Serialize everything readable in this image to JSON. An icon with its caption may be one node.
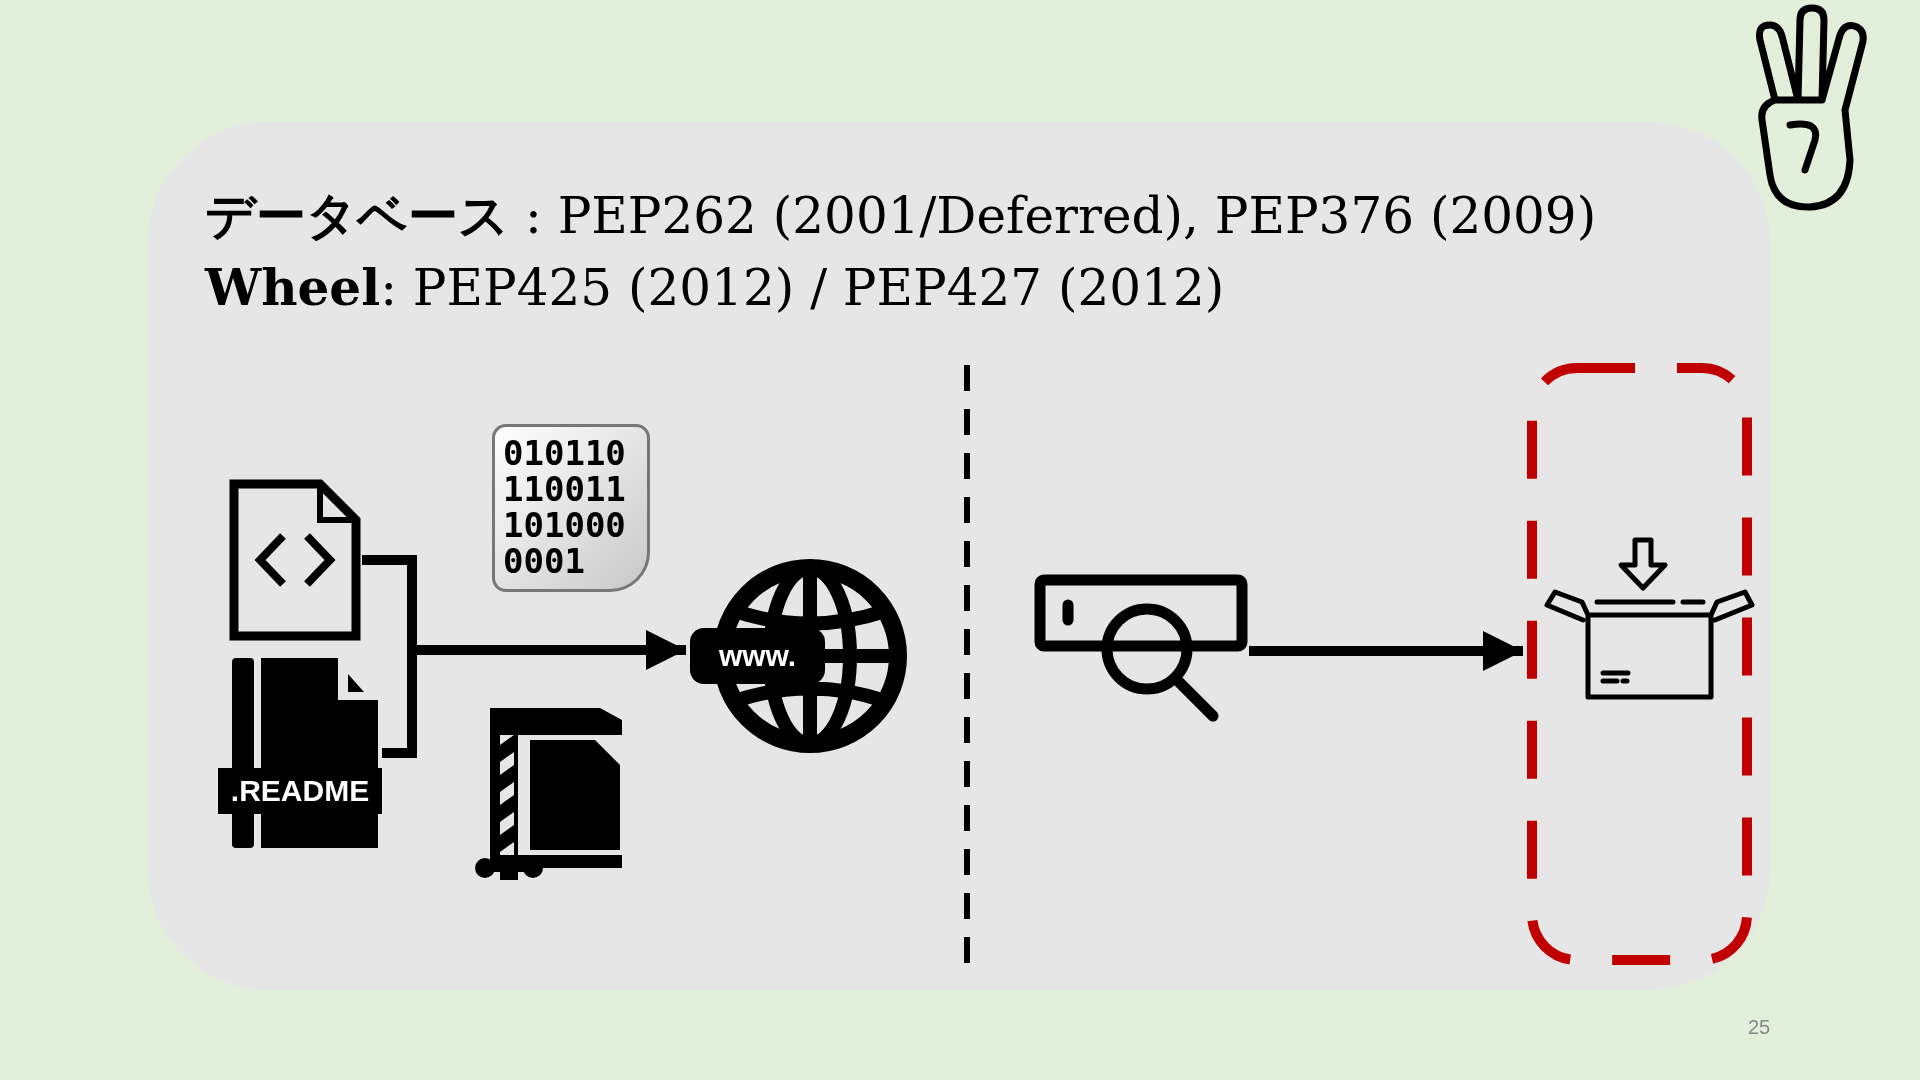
{
  "diagram": {
    "nodes": [
      {
        "text": [],
        "shape": "document"
      },
      {
        "text": [
          ".README"
        ]
      },
      {
        "text": [
          "www."
        ]
      },
      {
        "text": [],
        "shape": "magnifier"
      },
      {
        "text": [],
        "shape": "package",
        "in": 5
      },
      {
        "text": [],
        "shape": "box"
      }
    ],
    "edges": [
      {
        "from": 0,
        "to": 2,
        "arrow": "to"
      },
      {
        "from": 1,
        "to": 2,
        "arrow": "to"
      },
      {
        "from": 3,
        "to": 5,
        "arrow": "to"
      }
    ],
    "labels": [
      "**データベース** : PEP262 (2001/Deferred), PEP376 (2009)",
      "**Wheel**: PEP425 (2012) / PEP427 (2012)",
      "010110 110011 101000 0001",
      "25"
    ]
  }
}
